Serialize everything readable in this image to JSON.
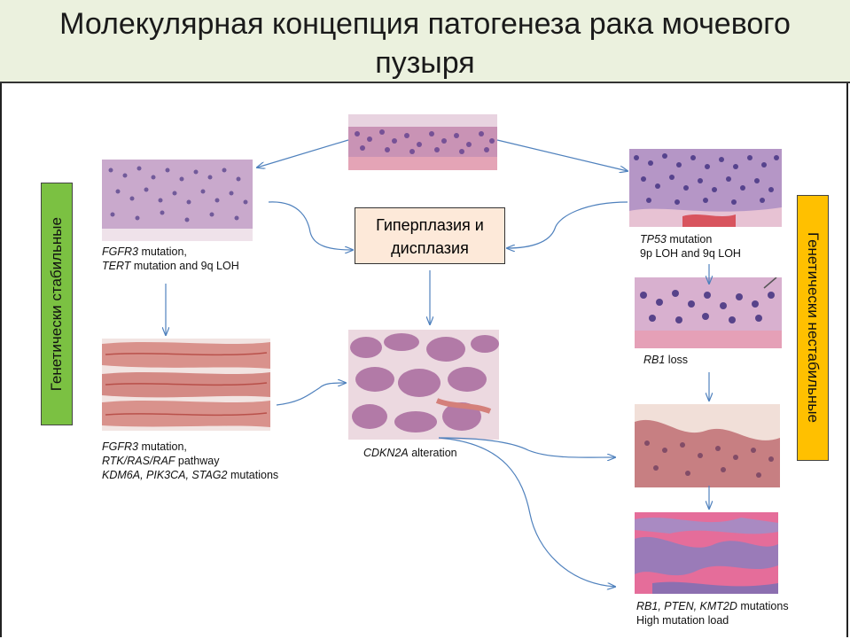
{
  "title": {
    "line1": "Молекулярная концепция патогенеза рака мочевого",
    "line2": "пузыря"
  },
  "center_box": {
    "line1": "Гиперплазия и",
    "line2": "дисплазия"
  },
  "side_labels": {
    "left": "Генетически стабильные",
    "right": "Генетически нестабильные"
  },
  "colors": {
    "title_bg": "#ebf1de",
    "left_label_bg": "#7bc142",
    "right_label_bg": "#ffc000",
    "center_box_bg": "#fde9d9",
    "arrow": "#4f81bd"
  },
  "captions": {
    "left_top": {
      "line1_gene": "FGFR3",
      "line1_rest": " mutation,",
      "line2_gene": "TERT",
      "line2_rest": " mutation and 9q LOH"
    },
    "left_bottom": {
      "line1_gene": "FGFR3",
      "line1_rest": " mutation,",
      "line2_gene": "RTK/RAS/RAF",
      "line2_rest": " pathway",
      "line3_gene": "KDM6A, PIK3CA, STAG2",
      "line3_rest": " mutations"
    },
    "center_bottom": {
      "gene": "CDKN2A",
      "rest": " alteration"
    },
    "right_top": {
      "line1_gene": "TP53",
      "line1_rest": " mutation",
      "line2": "9p LOH and 9q LOH"
    },
    "right_mid": {
      "gene": "RB1",
      "rest": " loss"
    },
    "right_bottom": {
      "line1_gene": "RB1, PTEN, KMT2D",
      "line1_rest": " mutations",
      "line2": "High mutation load"
    }
  }
}
